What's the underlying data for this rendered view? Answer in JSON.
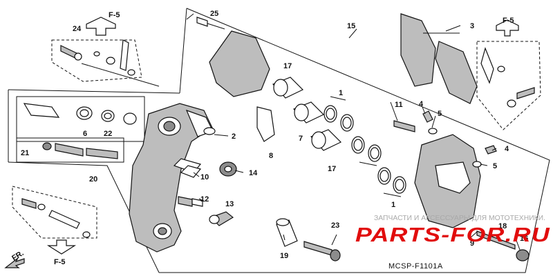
{
  "diagram_code": "MCSP-F1101A",
  "direction_label": "FR.",
  "ref_label": "F-5",
  "watermark": {
    "line1": "ЗАПЧАСТИ И АКСЕССУАРЫ ДЛЯ МОТОТЕХНИКИ.",
    "line2": "PARTS-FOR.RU"
  },
  "callouts": [
    {
      "id": "p1a",
      "text": "1"
    },
    {
      "id": "p1b",
      "text": "1"
    },
    {
      "id": "p2",
      "text": "2"
    },
    {
      "id": "p3",
      "text": "3"
    },
    {
      "id": "p4a",
      "text": "4"
    },
    {
      "id": "p4b",
      "text": "4"
    },
    {
      "id": "p5a",
      "text": "5"
    },
    {
      "id": "p5b",
      "text": "5"
    },
    {
      "id": "p6",
      "text": "6"
    },
    {
      "id": "p7",
      "text": "7"
    },
    {
      "id": "p8",
      "text": "8"
    },
    {
      "id": "p9",
      "text": "9"
    },
    {
      "id": "p10",
      "text": "10"
    },
    {
      "id": "p11",
      "text": "11"
    },
    {
      "id": "p12",
      "text": "12"
    },
    {
      "id": "p13",
      "text": "13"
    },
    {
      "id": "p14",
      "text": "14"
    },
    {
      "id": "p15",
      "text": "15"
    },
    {
      "id": "p16",
      "text": "16"
    },
    {
      "id": "p17a",
      "text": "17"
    },
    {
      "id": "p17b",
      "text": "17"
    },
    {
      "id": "p18",
      "text": "18"
    },
    {
      "id": "p19",
      "text": "19"
    },
    {
      "id": "p20",
      "text": "20"
    },
    {
      "id": "p21",
      "text": "21"
    },
    {
      "id": "p22",
      "text": "22"
    },
    {
      "id": "p23",
      "text": "23"
    },
    {
      "id": "p24",
      "text": "24"
    },
    {
      "id": "p25",
      "text": "25"
    }
  ],
  "colors": {
    "line": "#111111",
    "watermark_red": "#e10d0d",
    "watermark_grey": "#a9a9a9",
    "part_fill": "#bdbdbd"
  }
}
